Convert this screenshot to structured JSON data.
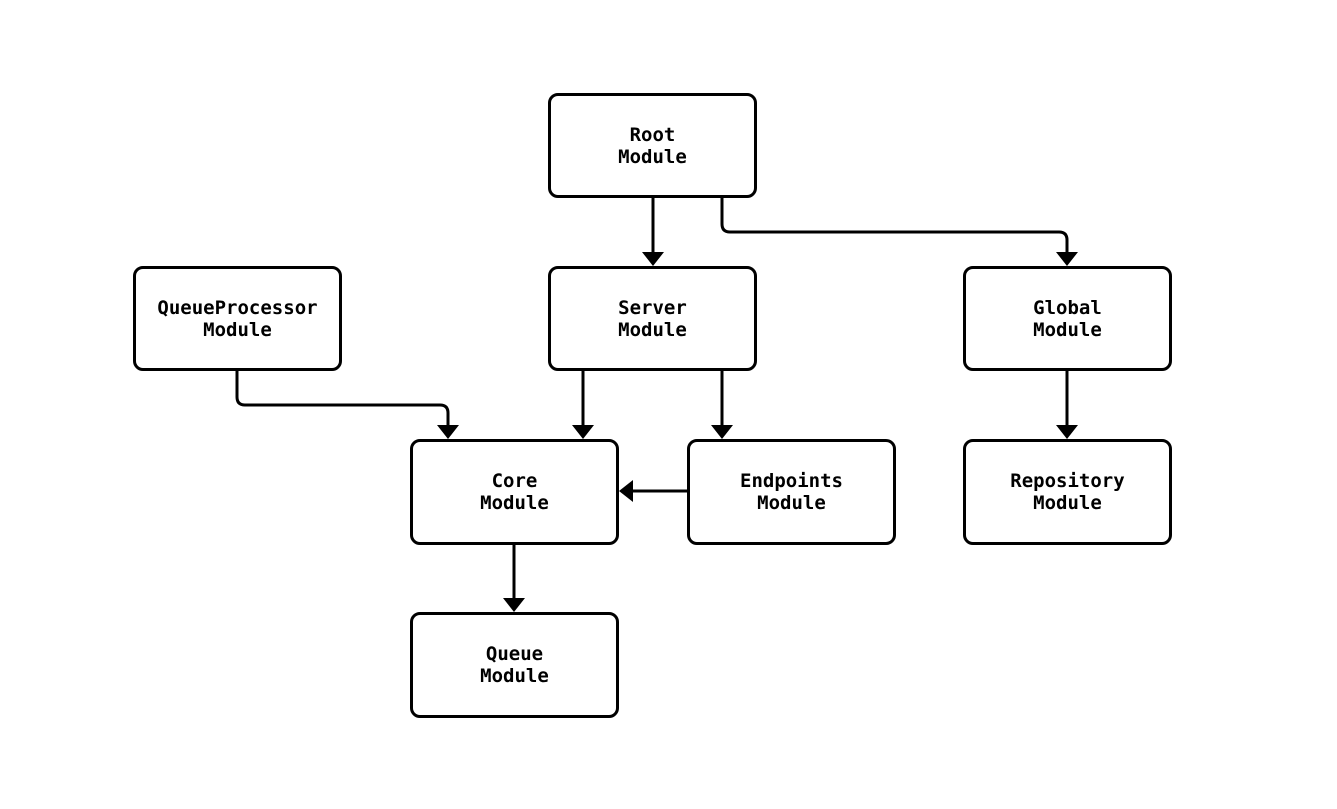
{
  "diagram": {
    "type": "module-dependency-flowchart",
    "background_color": "#ffffff",
    "node_fill_color": "#ffffff",
    "node_border_color": "#000000",
    "text_color": "#000000",
    "arrow_color": "#000000"
  },
  "nodes": [
    {
      "id": "root",
      "label": "Root\nModule"
    },
    {
      "id": "queueprocessor",
      "label": "QueueProcessor\nModule"
    },
    {
      "id": "server",
      "label": "Server\nModule"
    },
    {
      "id": "global",
      "label": "Global\nModule"
    },
    {
      "id": "core",
      "label": "Core\nModule"
    },
    {
      "id": "endpoints",
      "label": "Endpoints\nModule"
    },
    {
      "id": "repository",
      "label": "Repository\nModule"
    },
    {
      "id": "queue",
      "label": "Queue\nModule"
    }
  ],
  "edges": [
    {
      "from": "Root Module",
      "to": "Server Module"
    },
    {
      "from": "Root Module",
      "to": "Global Module"
    },
    {
      "from": "QueueProcessor Module",
      "to": "Core Module"
    },
    {
      "from": "Server Module",
      "to": "Core Module"
    },
    {
      "from": "Server Module",
      "to": "Endpoints Module"
    },
    {
      "from": "Endpoints Module",
      "to": "Core Module"
    },
    {
      "from": "Global Module",
      "to": "Repository Module"
    },
    {
      "from": "Core Module",
      "to": "Queue Module"
    }
  ]
}
